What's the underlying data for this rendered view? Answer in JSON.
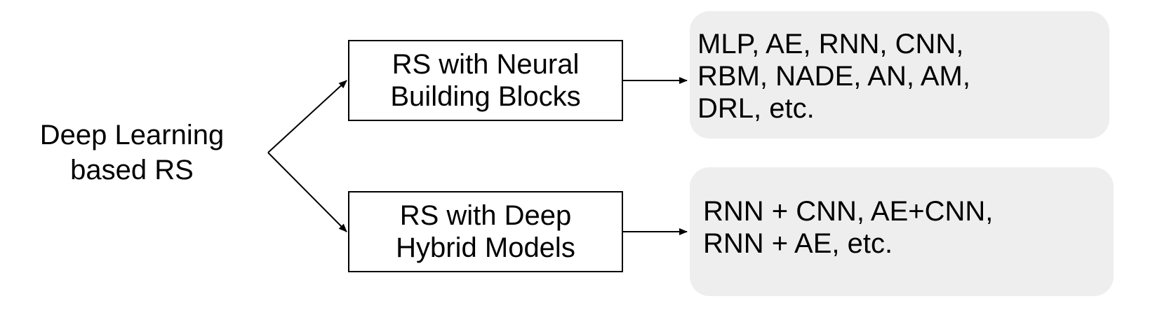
{
  "colors": {
    "background": "#ffffff",
    "panel_fill": "#eeeeee",
    "stroke": "#000000",
    "text": "#000000"
  },
  "root": {
    "lines": [
      "Deep Learning",
      "based RS"
    ]
  },
  "branches": [
    {
      "lines": [
        "RS with Neural",
        "Building Blocks"
      ],
      "detail_lines": [
        "MLP, AE, RNN, CNN,",
        "RBM, NADE, AN, AM,",
        "DRL, etc."
      ]
    },
    {
      "lines": [
        "RS with Deep",
        "Hybrid Models"
      ],
      "detail_lines": [
        "RNN + CNN, AE+CNN,",
        "RNN + AE, etc."
      ]
    }
  ]
}
